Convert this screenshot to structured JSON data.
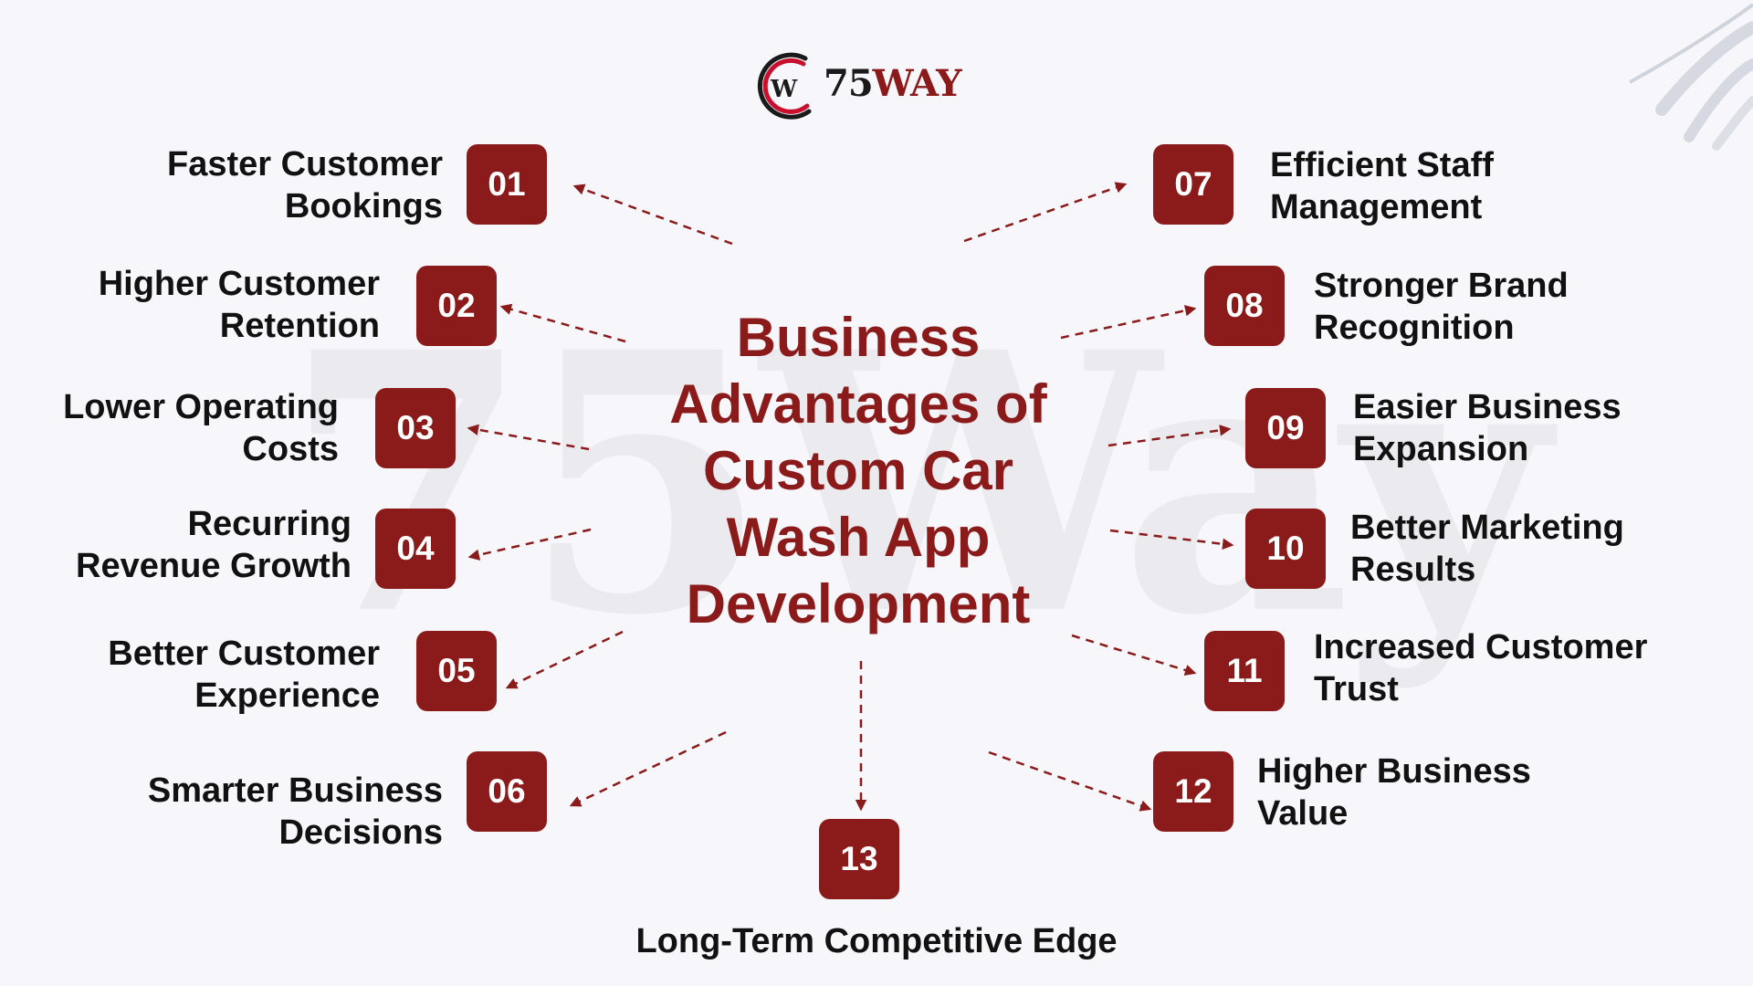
{
  "logo": {
    "brand": "75WAY",
    "brand_prefix": "75",
    "brand_suffix": "WAY",
    "colors": {
      "primary": "#8b1a1a",
      "secondary": "#1a1a1a"
    }
  },
  "title": "Business Advantages of Custom Car Wash App Development",
  "watermark": "75Way",
  "accent_color": "#8b1a1a",
  "advantages": [
    {
      "number": "01",
      "label": "Faster Customer\nBookings"
    },
    {
      "number": "02",
      "label": "Higher Customer\nRetention"
    },
    {
      "number": "03",
      "label": "Lower Operating\nCosts"
    },
    {
      "number": "04",
      "label": "Recurring\nRevenue Growth"
    },
    {
      "number": "05",
      "label": "Better Customer\nExperience"
    },
    {
      "number": "06",
      "label": "Smarter Business\nDecisions"
    },
    {
      "number": "07",
      "label": "Efficient Staff\nManagement"
    },
    {
      "number": "08",
      "label": "Stronger Brand\nRecognition"
    },
    {
      "number": "09",
      "label": "Easier Business\nExpansion"
    },
    {
      "number": "10",
      "label": "Better Marketing\nResults"
    },
    {
      "number": "11",
      "label": "Increased Customer\nTrust"
    },
    {
      "number": "12",
      "label": "Higher Business\nValue"
    },
    {
      "number": "13",
      "label": "Long-Term Competitive Edge"
    }
  ]
}
